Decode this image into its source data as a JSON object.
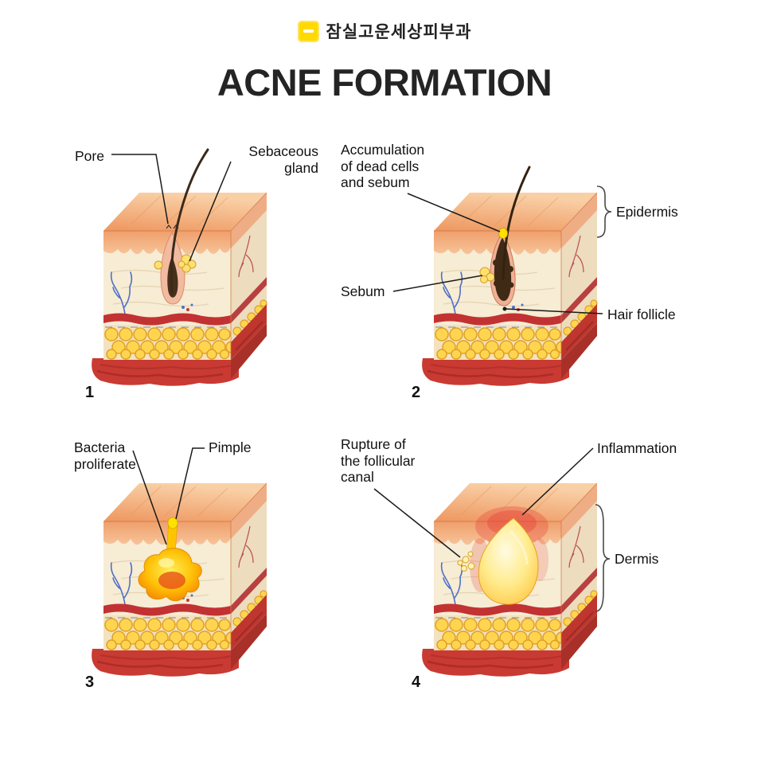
{
  "header": {
    "logo_icon": "minus-square-icon",
    "clinic_name": "잠실고운세상피부과",
    "title": "ACNE FORMATION"
  },
  "stages": [
    {
      "number": "1",
      "labels": {
        "pore": "Pore",
        "sebaceous_gland": "Sebaceous\ngland"
      }
    },
    {
      "number": "2",
      "labels": {
        "accumulation": "Accumulation\nof dead cells\nand sebum",
        "sebum": "Sebum",
        "epidermis": "Epidermis",
        "hair_follicle": "Hair follicle"
      }
    },
    {
      "number": "3",
      "labels": {
        "bacteria": "Bacteria\nproliferate",
        "pimple": "Pimple"
      }
    },
    {
      "number": "4",
      "labels": {
        "rupture": "Rupture of\nthe follicular\ncanal",
        "inflammation": "Inflammation",
        "dermis": "Dermis"
      }
    }
  ],
  "colors": {
    "brand_yellow": "#FFD900",
    "title_text": "#242424",
    "label_text": "#111111",
    "skin_surface": "#F2A06B",
    "epidermis": "#F1A774",
    "dermis": "#F7ECD4",
    "fat": "#FFD54F",
    "muscle": "#C93A33",
    "sebum": "#FFE000",
    "inflammation": "#E53935",
    "hair": "#3B2A1A",
    "vessel_blue": "#4F6FC8"
  }
}
